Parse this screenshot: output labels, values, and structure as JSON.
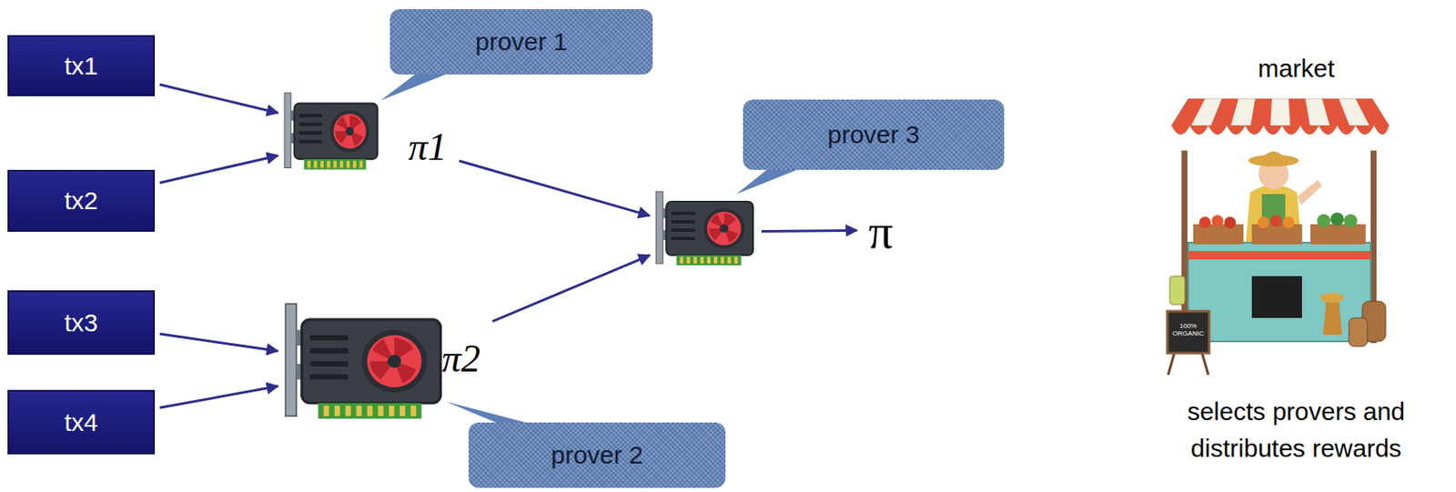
{
  "diagram": {
    "nodes": [
      {
        "text": [
          "tx1"
        ]
      },
      {
        "text": [
          "tx2"
        ]
      },
      {
        "text": [
          "tx3"
        ]
      },
      {
        "text": [
          "tx4"
        ]
      },
      {
        "text": [
          "prover 1",
          "π1"
        ]
      },
      {
        "text": [
          "π2",
          "prover 2"
        ]
      },
      {
        "text": [
          "prover 3"
        ]
      },
      {
        "text": [
          "π"
        ]
      },
      {
        "text": [
          "market",
          "selects provers and distributes rewards"
        ]
      }
    ],
    "edges": [
      {
        "from": 0,
        "to": 4,
        "arrow": "to"
      },
      {
        "from": 1,
        "to": 4,
        "arrow": "to"
      },
      {
        "from": 2,
        "to": 5,
        "arrow": "to"
      },
      {
        "from": 3,
        "to": 5,
        "arrow": "to"
      },
      {
        "from": 4,
        "to": 6,
        "arrow": "to"
      },
      {
        "from": 5,
        "to": 6,
        "arrow": "to"
      },
      {
        "from": 6,
        "to": 7,
        "arrow": "to"
      }
    ],
    "labels": [
      "100% ORGANIC"
    ]
  }
}
